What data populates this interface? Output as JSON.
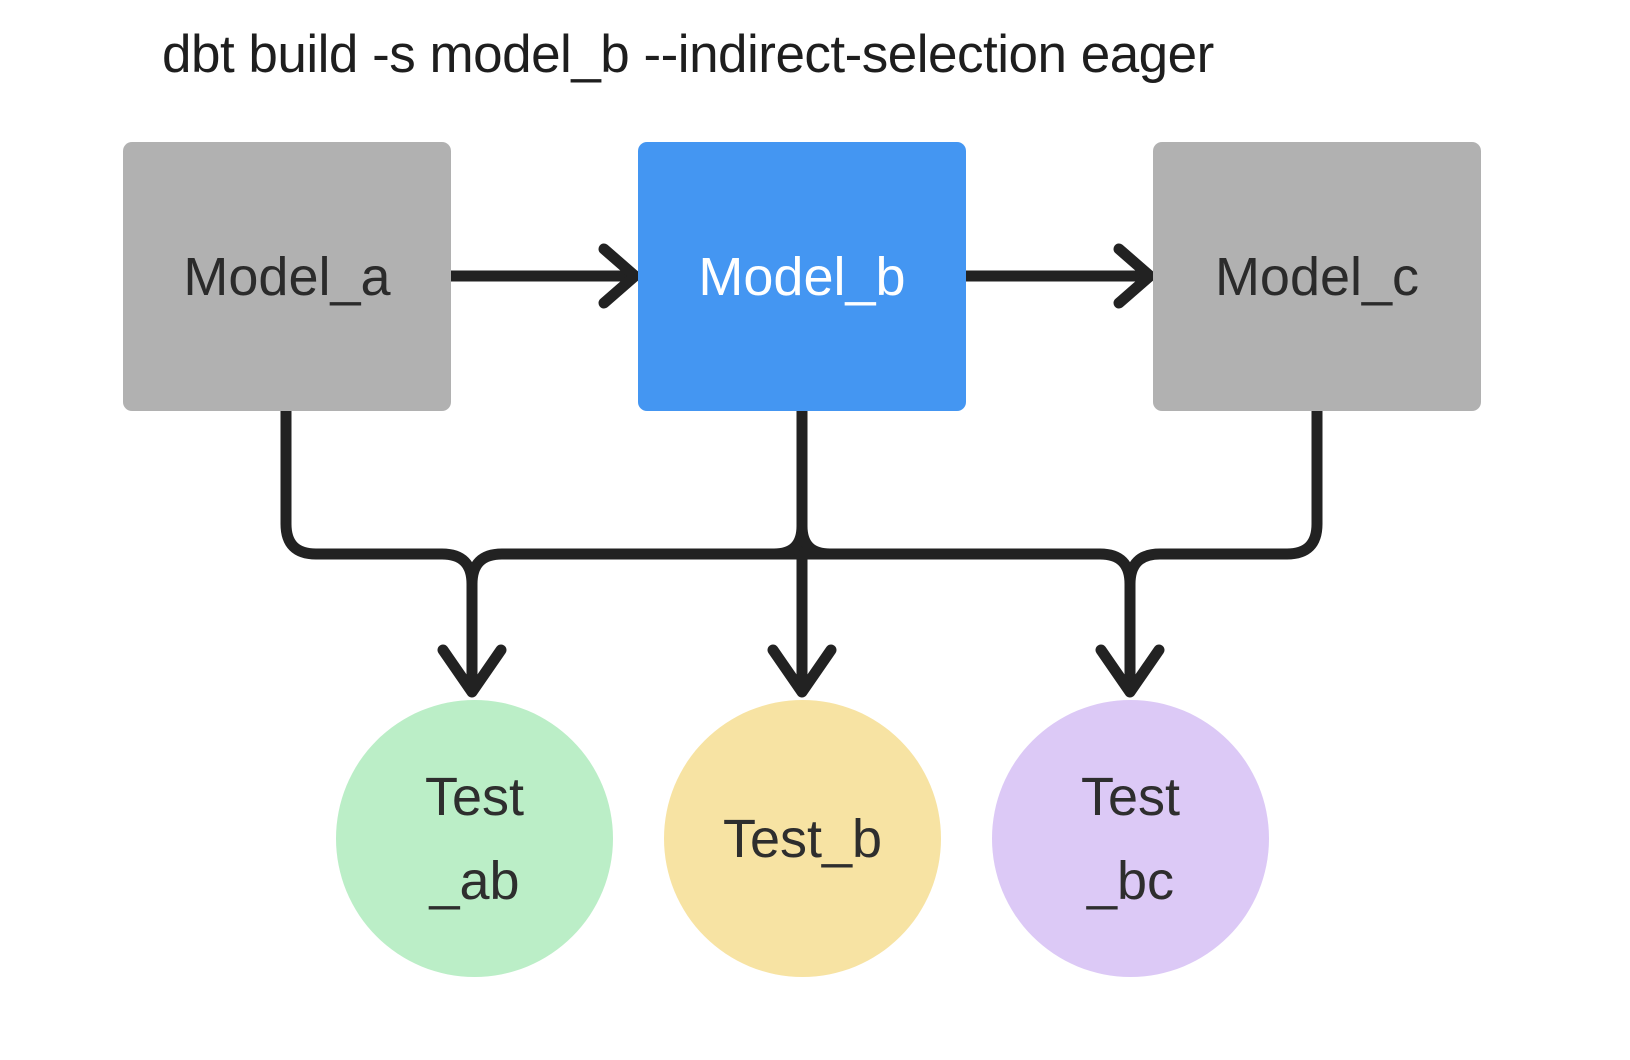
{
  "title": "dbt build -s model_b --indirect-selection eager",
  "colors": {
    "canvas-bg": "#ffffff",
    "title-color": "#1e1e1e",
    "edge-color": "#222222",
    "model-muted-fill": "#b1b1b1",
    "model-muted-text": "#2b2b2b",
    "model-selected-fill": "#4496f2",
    "model-selected-text": "#ffffff",
    "test-ab-fill": "#bbeec7",
    "test-b-fill": "#f7e3a3",
    "test-bc-fill": "#dcc9f6",
    "test-text": "#2e2e2e"
  },
  "nodes": {
    "model_a": {
      "label": "Model_a"
    },
    "model_b": {
      "label": "Model_b"
    },
    "model_c": {
      "label": "Model_c"
    },
    "test_ab": {
      "line1": "Test",
      "line2": "_ab"
    },
    "test_b": {
      "label": "Test_b"
    },
    "test_bc": {
      "line1": "Test",
      "line2": "_bc"
    }
  }
}
